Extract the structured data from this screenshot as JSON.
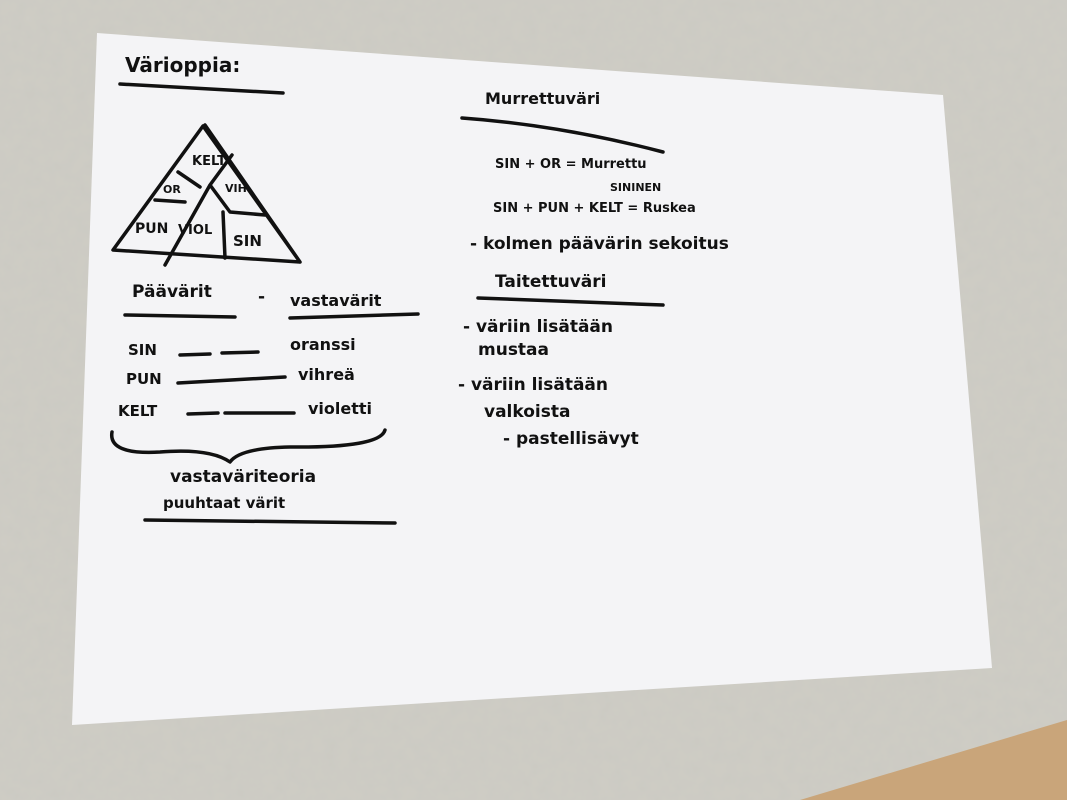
{
  "title": "Värioppia:",
  "triangle": {
    "top": "KELT",
    "left_mid": "OR",
    "right_mid": "VIH",
    "bottom_left": "PUN",
    "bottom_mid": "VIOL",
    "bottom_right": "SIN"
  },
  "complementary": {
    "heading_left": "Päävärit",
    "dash": "-",
    "heading_right": "vastavärit",
    "rows": [
      {
        "primary": "SIN",
        "complement": "oranssi"
      },
      {
        "primary": "PUN",
        "complement": "vihreä"
      },
      {
        "primary": "KELT",
        "complement": "violetti"
      }
    ],
    "theory": "vastaväriteoria",
    "pure": "puuhtaat värit"
  },
  "broken": {
    "heading": "Murrettuväri",
    "line1": "SIN + OR = Murrettu",
    "line1b": "SININEN",
    "line2": "SIN + PUN + KELT = Ruskea",
    "line3": "- kolmen päävärin sekoitus"
  },
  "folded": {
    "heading": "Taitettuväri",
    "item1a": "- väriin lisätään",
    "item1b": "mustaa",
    "item2a": "- väriin lisätään",
    "item2b": "valkoista",
    "item3": "- pastellisävyt"
  }
}
